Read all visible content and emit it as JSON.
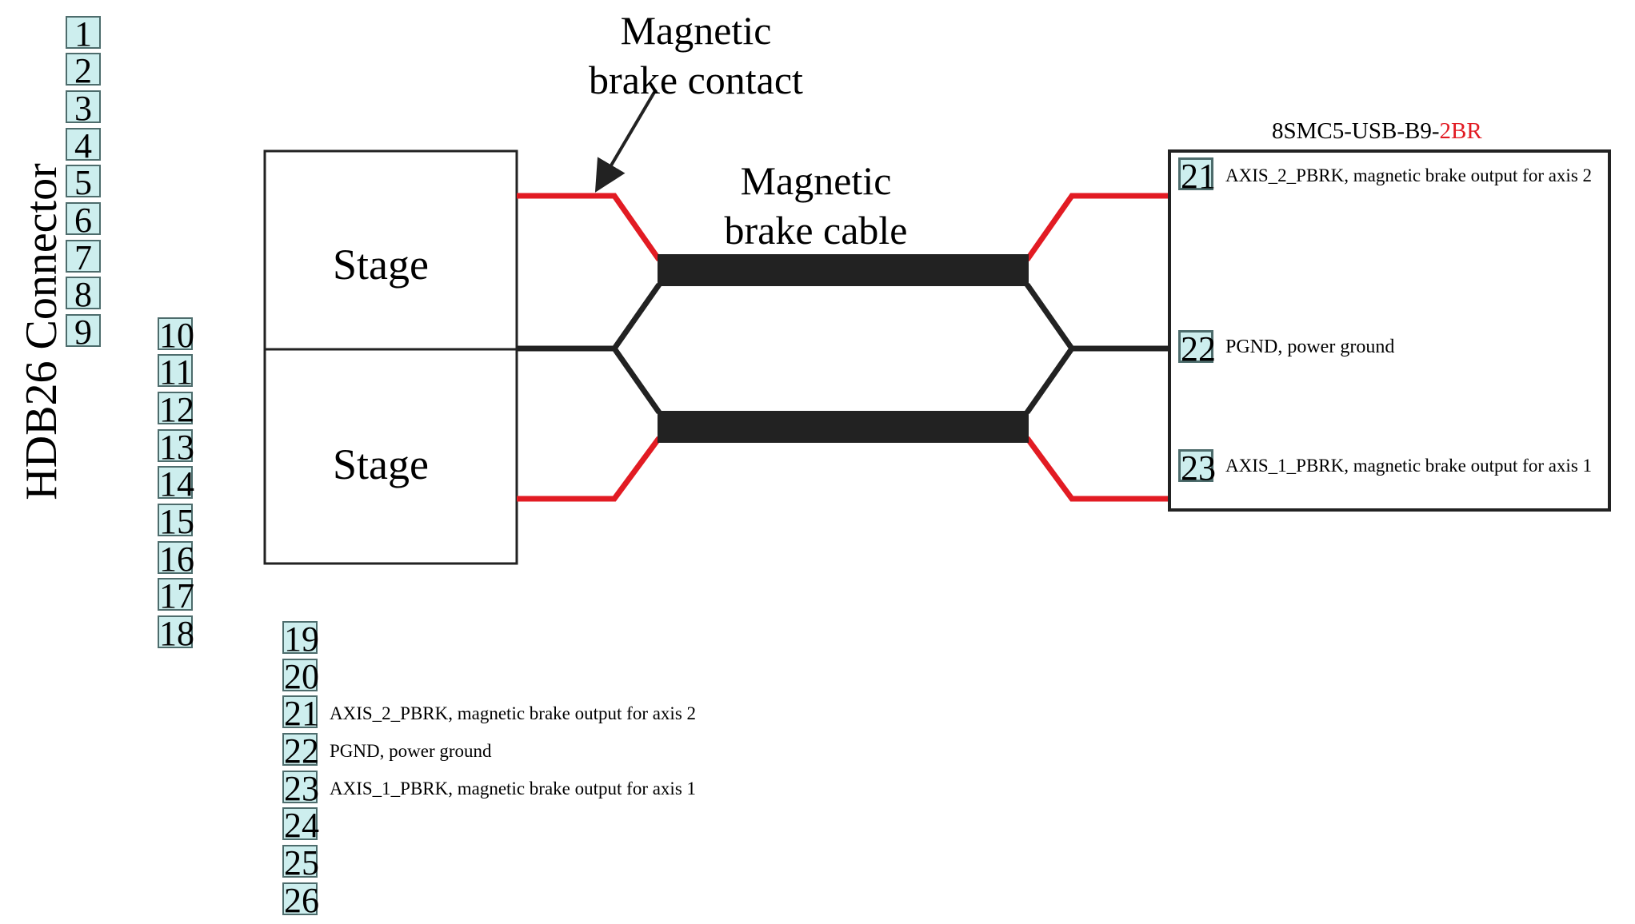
{
  "colors": {
    "wire_red": "#e21b23",
    "wire_black": "#222222",
    "pin_fill": "#cdeeee"
  },
  "connector": {
    "title": "HDB26 Connector",
    "pins": [
      "1",
      "2",
      "3",
      "4",
      "5",
      "6",
      "7",
      "8",
      "9",
      "10",
      "11",
      "12",
      "13",
      "14",
      "15",
      "16",
      "17",
      "18",
      "19",
      "20",
      "21",
      "22",
      "23",
      "24",
      "25",
      "26"
    ],
    "pin_descriptions": {
      "21": "AXIS_2_PBRK, magnetic brake output for axis 2",
      "22": "PGND, power ground",
      "23": "AXIS_1_PBRK, magnetic brake output for axis 1"
    }
  },
  "stages": [
    "Stage",
    "Stage"
  ],
  "labels": {
    "brake_contact": [
      "Magnetic",
      "brake contact"
    ],
    "brake_cable": [
      "Magnetic",
      "brake cable"
    ]
  },
  "controller": {
    "title_prefix": "8SMC5-USB-B9-",
    "title_accent": "2BR",
    "pins": [
      {
        "number": "21",
        "description": "AXIS_2_PBRK, magnetic brake output for axis 2"
      },
      {
        "number": "22",
        "description": "PGND, power ground"
      },
      {
        "number": "23",
        "description": "AXIS_1_PBRK, magnetic brake output for axis 1"
      }
    ]
  }
}
